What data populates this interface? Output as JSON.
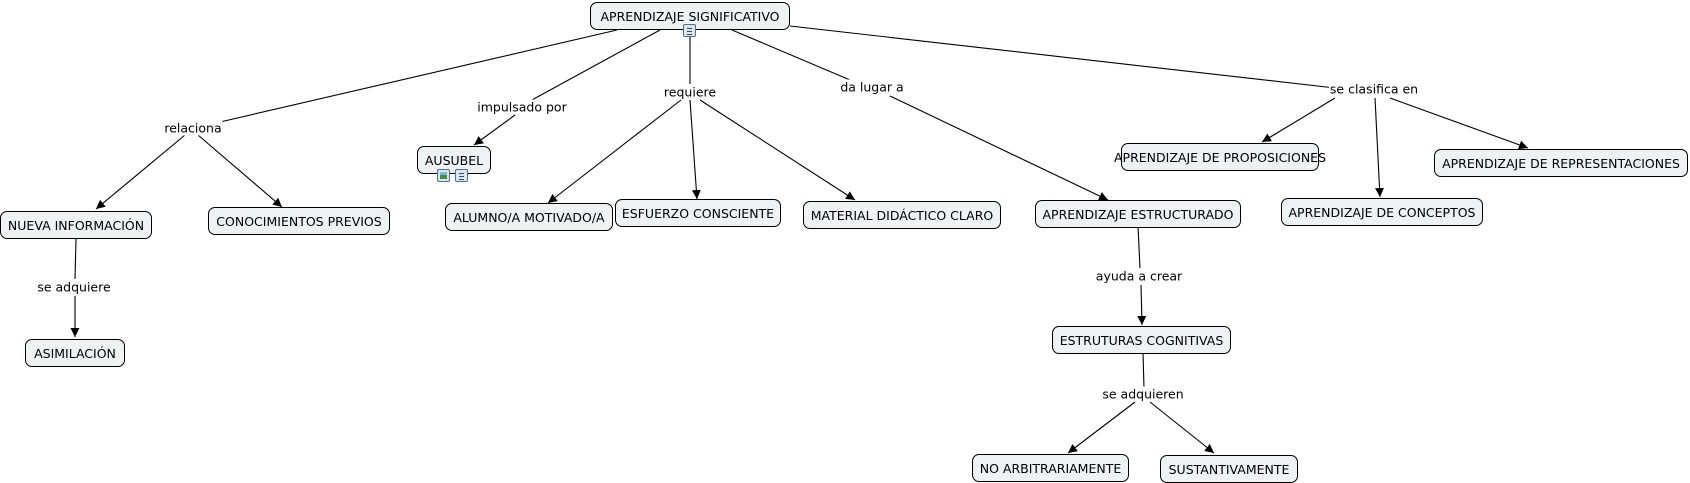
{
  "concepts": {
    "root": "APRENDIZAJE SIGNIFICATIVO",
    "nueva_info": "NUEVA INFORMACIÓN",
    "conocimientos": "CONOCIMIENTOS PREVIOS",
    "asimilacion": "ASIMILACIÓN",
    "ausubel": "AUSUBEL",
    "alumno": "ALUMNO/A MOTIVADO/A",
    "esfuerzo": "ESFUERZO CONSCIENTE",
    "material": "MATERIAL DIDÁCTICO CLARO",
    "estructurado": "APRENDIZAJE ESTRUCTURADO",
    "estructuras": "ESTRUTURAS COGNITIVAS",
    "no_arbitrario": "NO ARBITRARIAMENTE",
    "sustantivamente": "SUSTANTIVAMENTE",
    "proposiciones": "APRENDIZAJE DE PROPOSICIONES",
    "conceptos": "APRENDIZAJE DE CONCEPTOS",
    "representaciones": "APRENDIZAJE DE REPRESENTACIONES"
  },
  "linking_phrases": {
    "relaciona": "relaciona",
    "impulsado": "impulsado por",
    "requiere": "requiere",
    "da_lugar": "da lugar a",
    "clasifica": "se clasifica en",
    "se_adquiere": "se adquiere",
    "ayuda": "ayuda a crear",
    "se_adquieren": "se adquieren"
  },
  "resource_icons": {
    "root": [
      "document-icon"
    ],
    "ausubel": [
      "image-icon",
      "document-icon"
    ]
  }
}
